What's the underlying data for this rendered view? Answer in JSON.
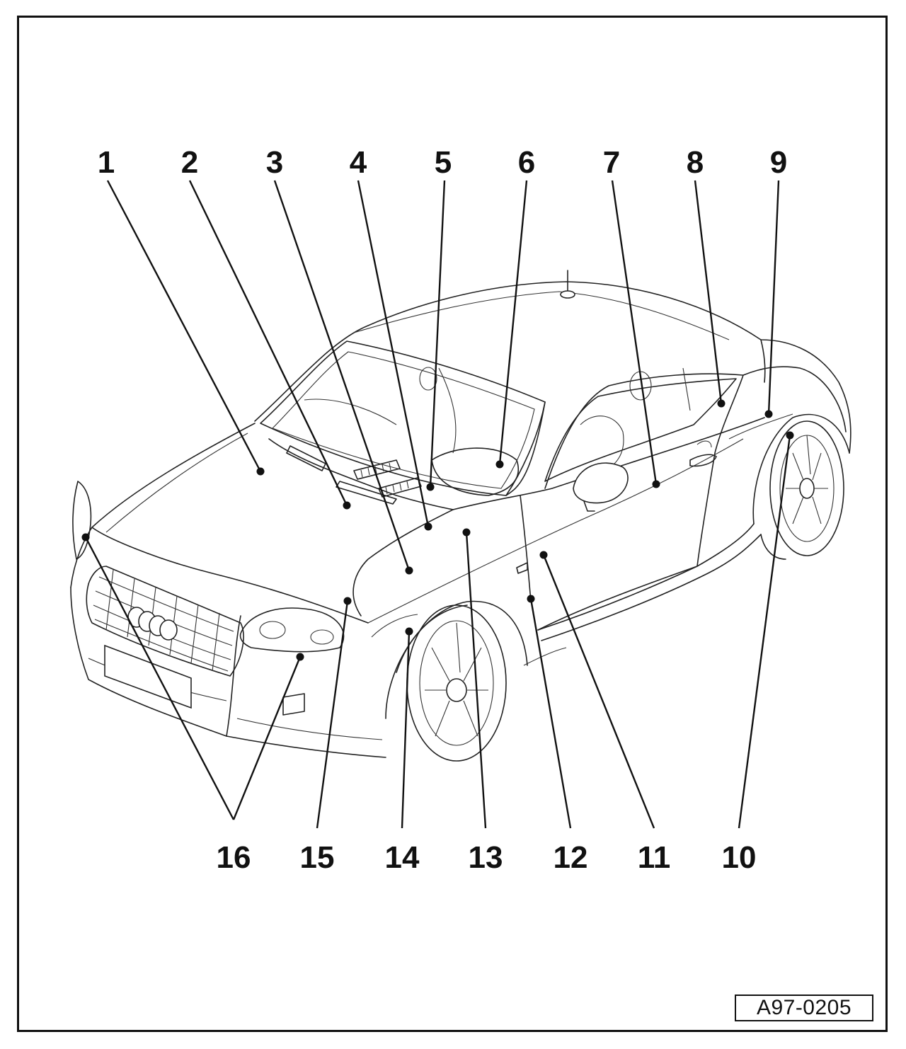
{
  "callouts": [
    {
      "id": "1",
      "label": "1"
    },
    {
      "id": "2",
      "label": "2"
    },
    {
      "id": "3",
      "label": "3"
    },
    {
      "id": "4",
      "label": "4"
    },
    {
      "id": "5",
      "label": "5"
    },
    {
      "id": "6",
      "label": "6"
    },
    {
      "id": "7",
      "label": "7"
    },
    {
      "id": "8",
      "label": "8"
    },
    {
      "id": "9",
      "label": "9"
    },
    {
      "id": "10",
      "label": "10"
    },
    {
      "id": "11",
      "label": "11"
    },
    {
      "id": "12",
      "label": "12"
    },
    {
      "id": "13",
      "label": "13"
    },
    {
      "id": "14",
      "label": "14"
    },
    {
      "id": "15",
      "label": "15"
    },
    {
      "id": "16",
      "label": "16"
    }
  ],
  "reference_code": "A97-0205"
}
